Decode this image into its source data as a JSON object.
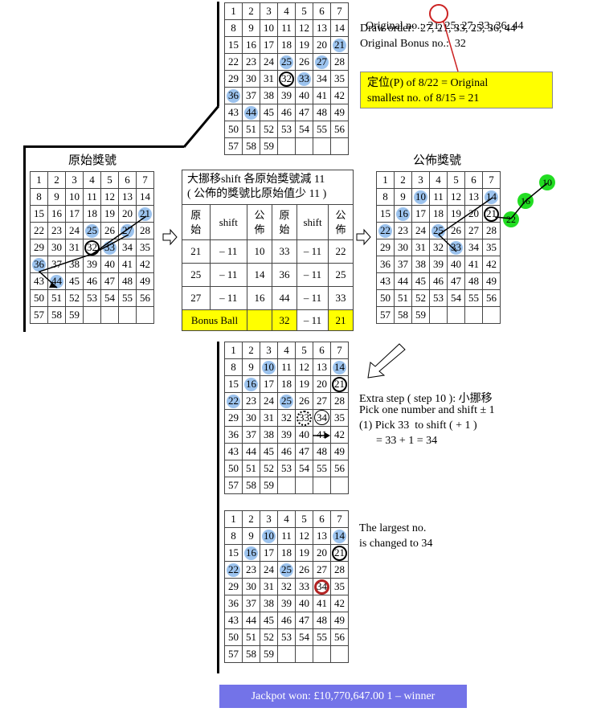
{
  "labels": {
    "original_label": "原始獎號",
    "published_label": "公佈獎號"
  },
  "info": {
    "original_no_label": "Original no.:",
    "original_no_first": "21",
    "original_no_rest": ", 25, 27, 33, 36, 44",
    "draw_order": "Draw order:  27, 21, 33, 25, 36, 44",
    "bonus": "Original Bonus no.:  32"
  },
  "yellow_box": {
    "line1": "定位(P) of 8/22 = Original",
    "line2": "smallest no. of 8/15 = 21"
  },
  "shift_table": {
    "title1": "大挪移shift 各原始獎號減 11",
    "title2": "( 公佈的獎號比原始值少 11 )",
    "headers": [
      "原\n始",
      "shift",
      "公\n佈",
      "原\n始",
      "shift",
      "公\n佈"
    ],
    "rows": [
      [
        "21",
        "– 11",
        "10",
        "33",
        "– 11",
        "22"
      ],
      [
        "25",
        "– 11",
        "14",
        "36",
        "– 11",
        "25"
      ],
      [
        "27",
        "– 11",
        "16",
        "44",
        "– 11",
        "33"
      ]
    ],
    "bonus_label": "Bonus Ball",
    "bonus_orig": "32",
    "bonus_shift": "– 11",
    "bonus_pub": "21"
  },
  "extra": {
    "line1": "Extra step ( step 10 ): 小挪移",
    "line2": "Pick one number and shift ± 1",
    "line3": "(1) Pick 33  to shift ( + 1 )",
    "line4": "      = 33 + 1 = 34"
  },
  "largest": {
    "line1": "The largest no.",
    "line2": "is changed to 34"
  },
  "green_balls": [
    "10",
    "16",
    "22"
  ],
  "jackpot": "Jackpot won: £10,770,647.00     1 – winner",
  "grid_numbers": [
    1,
    2,
    3,
    4,
    5,
    6,
    7,
    8,
    9,
    10,
    11,
    12,
    13,
    14,
    15,
    16,
    17,
    18,
    19,
    20,
    21,
    22,
    23,
    24,
    25,
    26,
    27,
    28,
    29,
    30,
    31,
    32,
    33,
    34,
    35,
    36,
    37,
    38,
    39,
    40,
    41,
    42,
    43,
    44,
    45,
    46,
    47,
    48,
    49,
    50,
    51,
    52,
    53,
    54,
    55,
    56,
    57,
    58,
    59
  ],
  "grids": [
    {
      "name": "top-grid",
      "highlights": [
        21,
        25,
        27,
        33,
        36,
        44
      ],
      "rings": [
        32
      ]
    },
    {
      "name": "original-grid",
      "highlights": [
        21,
        25,
        27,
        33,
        36,
        44
      ],
      "rings": [
        32
      ]
    },
    {
      "name": "published-grid",
      "highlights": [
        10,
        14,
        16,
        22,
        25,
        33
      ],
      "rings": [
        21
      ]
    },
    {
      "name": "extra-step-grid",
      "highlights": [
        10,
        14,
        16,
        22,
        25
      ],
      "rings": [
        21
      ],
      "dotted": [
        33
      ],
      "thin": [
        34
      ]
    },
    {
      "name": "final-grid",
      "highlights": [
        10,
        14,
        16,
        22,
        25
      ],
      "rings": [
        21
      ],
      "red": [
        34
      ]
    }
  ]
}
